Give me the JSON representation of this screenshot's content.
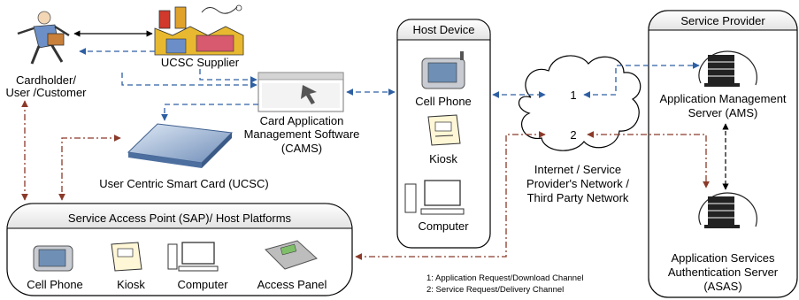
{
  "actors": {
    "cardholder": [
      "Cardholder/",
      "User /Customer"
    ],
    "supplier": "UCSC Supplier",
    "cams": [
      "Card Application",
      "Management Software",
      "(CAMS)"
    ],
    "ucsc": "User Centric Smart Card (UCSC)"
  },
  "host_device": {
    "title": "Host Device",
    "items": [
      "Cell Phone",
      "Kiosk",
      "Computer"
    ]
  },
  "sap": {
    "title": "Service Access Point (SAP)/ Host Platforms",
    "items": [
      "Cell Phone",
      "Kiosk",
      "Computer",
      "Access Panel"
    ]
  },
  "network": {
    "label": [
      "Internet / Service",
      "Provider's Network /",
      "Third Party Network"
    ],
    "channel_1": "1",
    "channel_2": "2"
  },
  "service_provider": {
    "title": "Service Provider",
    "ams": [
      "Application Management",
      "Server (AMS)"
    ],
    "asas": [
      "Application Services",
      "Authentication Server",
      "(ASAS)"
    ]
  },
  "legend": [
    "1: Application Request/Download Channel",
    "2: Service Request/Delivery Channel"
  ],
  "colors": {
    "blue_channel": "#2e5fa3",
    "red_channel": "#8b3a2a",
    "black_link": "#000000"
  }
}
